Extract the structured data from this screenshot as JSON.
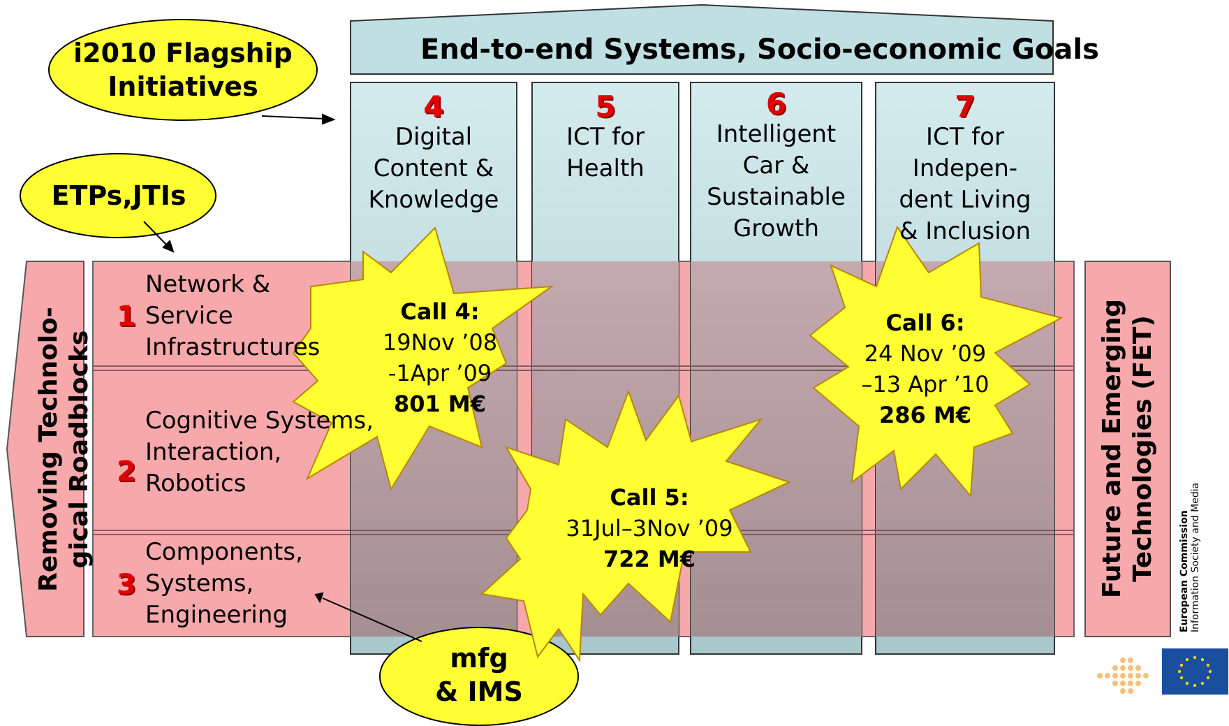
{
  "top_banner": {
    "label": "End-to-end Systems, Socio-economic Goals"
  },
  "columns": [
    {
      "number": "4",
      "label": "Digital\nContent &\nKnowledge"
    },
    {
      "number": "5",
      "label": "ICT for\nHealth"
    },
    {
      "number": "6",
      "label": "Intelligent\nCar &\nSustainable\nGrowth"
    },
    {
      "number": "7",
      "label": "ICT for\nIndepen-\ndent Living\n& Inclusion"
    }
  ],
  "rows": [
    {
      "number": "1",
      "label": "Network &\nService\nInfrastructures"
    },
    {
      "number": "2",
      "label": "Cognitive Systems,\nInteraction,\nRobotics"
    },
    {
      "number": "3",
      "label": "Components,\nSystems,\nEngineering"
    }
  ],
  "left_arrow": {
    "label": "Removing Technolo-\ngical Roadblocks"
  },
  "right_box": {
    "label": "Future and Emerging\nTechnologies (FET)"
  },
  "ovals": {
    "flagship": "i2010 Flagship\nInitiatives",
    "etps": "ETPs,JTIs",
    "mfg": "mfg\n& IMS"
  },
  "calls": [
    {
      "title": "Call 4:",
      "dates_1": "19Nov ’08",
      "dates_2": "-1Apr ’09",
      "amount": "801 M€"
    },
    {
      "title": "Call 5:",
      "dates_1": "31Jul–3Nov ’09",
      "dates_2": "",
      "amount": "722 M€"
    },
    {
      "title": "Call 6:",
      "dates_1": "24 Nov ’09",
      "dates_2": "–13 Apr ’10",
      "amount": "286 M€"
    }
  ],
  "logo": {
    "line1": "European Commission",
    "line2": "Information Society and Media"
  },
  "colors": {
    "banner": "#bfdfe3",
    "column_top": "#cfe6ea",
    "row": "#f7a8ab",
    "overlap": "#b89aa0",
    "oval": "#ffff33",
    "burst": "#ffff33",
    "number_red": "#e00000",
    "eu_blue": "#1a4fa0"
  }
}
